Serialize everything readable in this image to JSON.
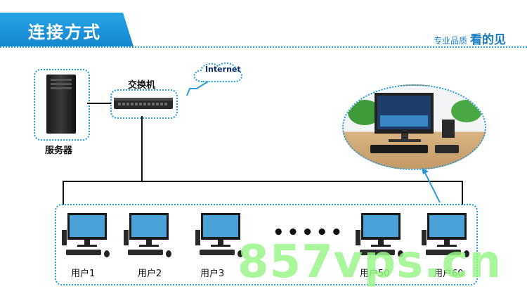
{
  "header": {
    "title": "连接方式",
    "slogan_small": "专业品质",
    "slogan_big": "看的见"
  },
  "nodes": {
    "server": "服务器",
    "switch": "交换机",
    "internet": "Internet"
  },
  "users": {
    "items": [
      "用户1",
      "用户2",
      "用户3",
      "用户50",
      "用户60"
    ],
    "ellipsis": "•••••"
  },
  "watermark": "857vps.cn"
}
